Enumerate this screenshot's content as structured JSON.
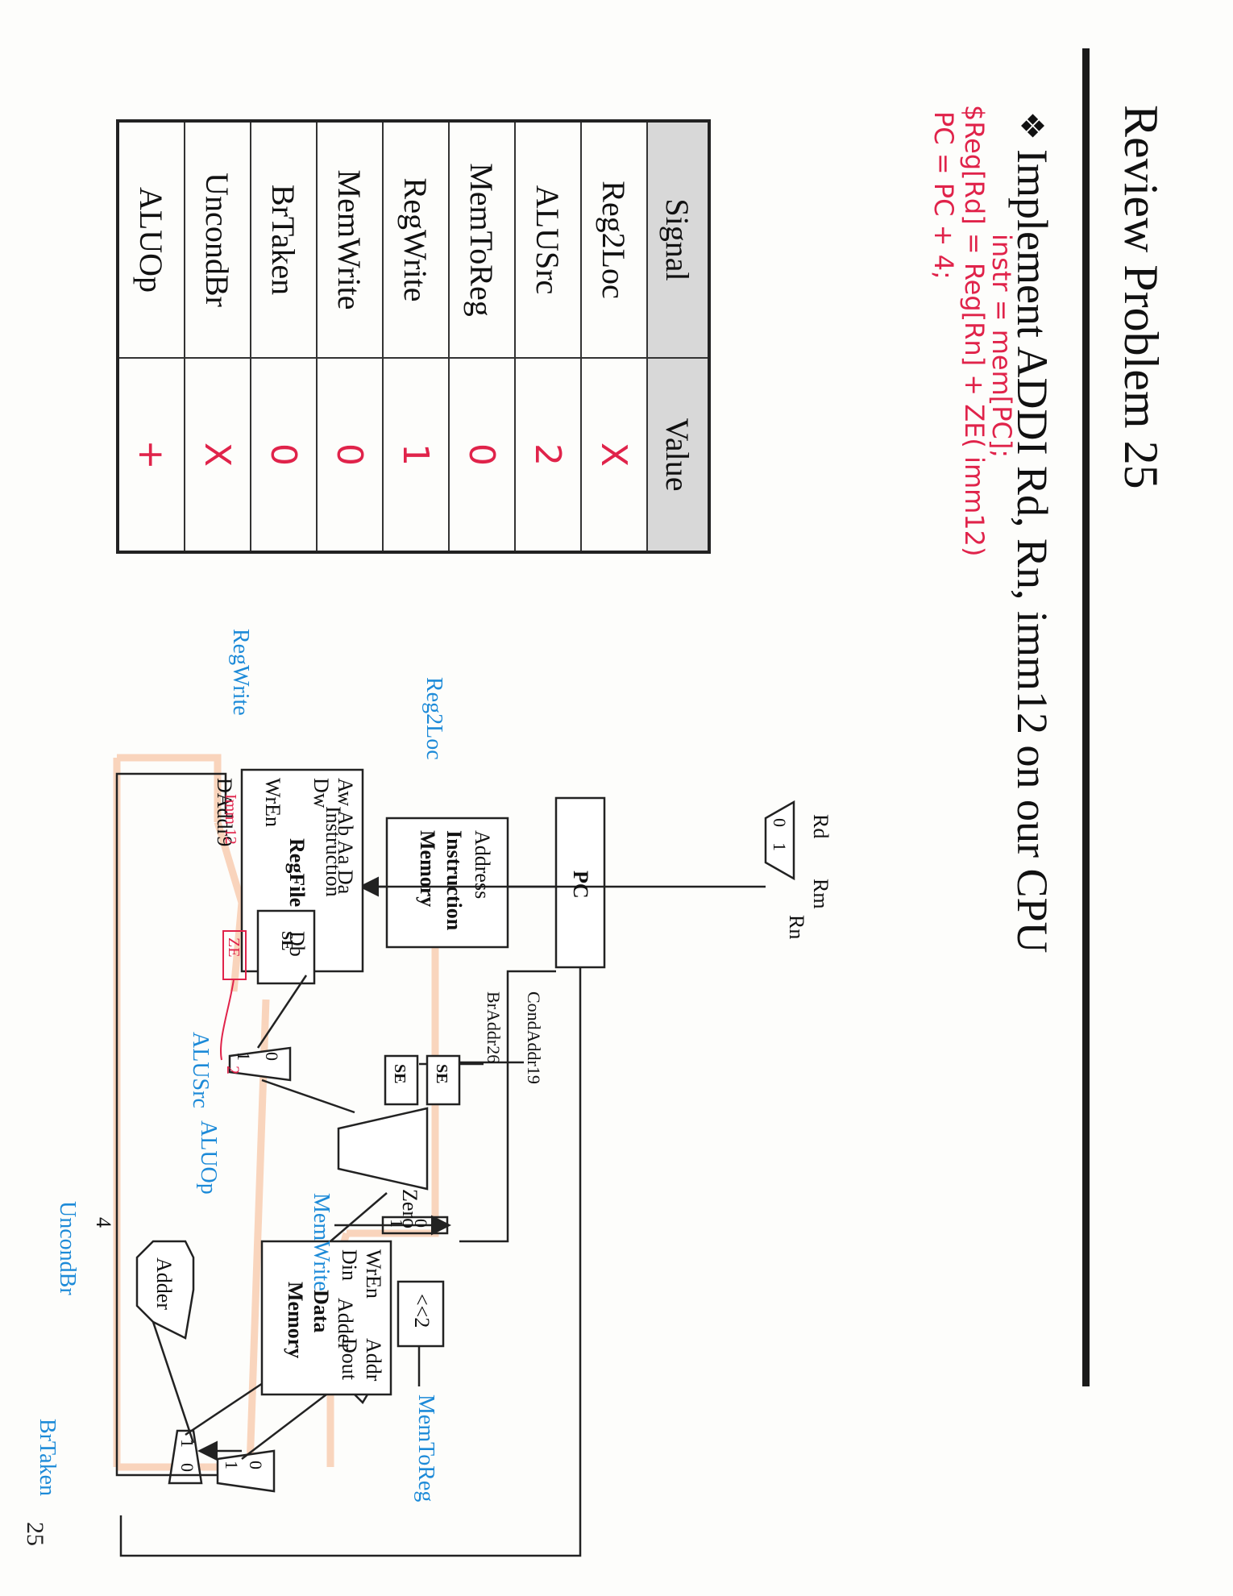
{
  "slide": {
    "title": "Review Problem 25",
    "bullet_mark": "❖",
    "bullet": "Implement ADDI Rd, Rn, imm12 on our CPU",
    "page_number": "25"
  },
  "handwritten_notes": {
    "line1": "instr = mem[PC];",
    "line2": "$Reg[Rd] = Reg[Rn] + ZE( imm12)",
    "line3": "PC = PC + 4;"
  },
  "signal_table": {
    "header_signal": "Signal",
    "header_value": "Value",
    "rows": [
      {
        "signal": "Reg2Loc",
        "value": "X"
      },
      {
        "signal": "ALUSrc",
        "value": "2"
      },
      {
        "signal": "MemToReg",
        "value": "0"
      },
      {
        "signal": "RegWrite",
        "value": "1"
      },
      {
        "signal": "MemWrite",
        "value": "0"
      },
      {
        "signal": "BrTaken",
        "value": "0"
      },
      {
        "signal": "UncondBr",
        "value": "X"
      },
      {
        "signal": "ALUOp",
        "value": "+"
      }
    ]
  },
  "datapath": {
    "blocks": {
      "pc": "PC",
      "imem_address": "Address",
      "imem_line1": "Instruction",
      "imem_line2": "Memory",
      "instruction_out": "Instruction",
      "condaddr": "CondAddr19",
      "braddr": "BrAddr26",
      "se": "SE",
      "shift": "<<2",
      "adder": "Adder",
      "four": "4",
      "rd": "Rd",
      "rm": "Rm",
      "rn": "Rn",
      "regfile_top": "Aw Ab Aa Da",
      "regfile_dw": "Dw",
      "regfile_name": "RegFile",
      "regfile_db": "Db",
      "regfile_wren": "WrEn",
      "daddr": "DAddr9",
      "dmem_wren": "WrEn",
      "dmem_addr": "Addr",
      "dmem_din": "Din",
      "dmem_dout": "Dout",
      "dmem_name1": "Data",
      "dmem_name2": "Memory",
      "zero": "Zero",
      "mux0": "0",
      "mux1": "1",
      "mux2_hand": "2",
      "ze_hand": "ZE",
      "imm12_hand": "Imm 12"
    },
    "control_signals": {
      "uncond_br": "UncondBr",
      "br_taken": "BrTaken",
      "reg2loc": "Reg2Loc",
      "reg_write": "RegWrite",
      "alu_src": "ALUSrc",
      "alu_op": "ALUOp",
      "mem_write": "MemWrite",
      "mem_to_reg": "MemToReg"
    },
    "colors": {
      "control_label": "#1c8ad8",
      "handwriting": "#e0234a",
      "highlight": "#f6b48a"
    }
  }
}
